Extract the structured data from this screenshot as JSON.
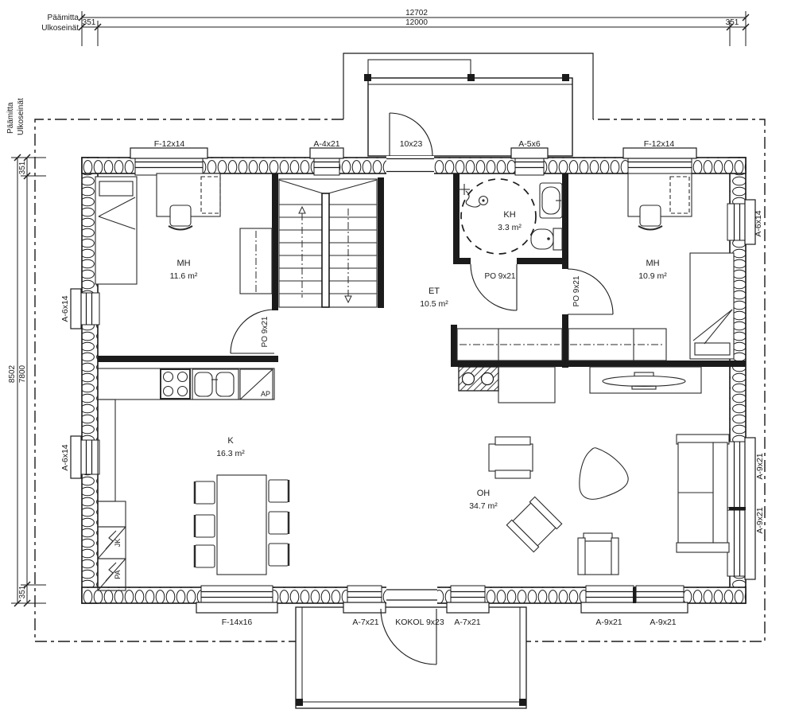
{
  "colors": {
    "ink": "#1b1b1b",
    "background": "#ffffff"
  },
  "dims": {
    "top": {
      "label1": "Päämitta",
      "label2": "Ulkoseinät",
      "total": "12702",
      "inner": "12000",
      "inset_left": "351",
      "inset_right": "351"
    },
    "left": {
      "label1": "Päämitta",
      "label2": "Ulkoseinät",
      "total": "8502",
      "inner": "7800",
      "inset_top": "351",
      "inset_bottom": "351"
    }
  },
  "openings": {
    "top": [
      "F-12x14",
      "A-4x21",
      "10x23",
      "A-5x6",
      "F-12x14"
    ],
    "bottom": [
      "F-14x16",
      "A-7x21",
      "KOKOL 9x23",
      "A-7x21",
      "A-9x21",
      "A-9x21"
    ],
    "left": [
      "A-6x14",
      "A-6x14"
    ],
    "right": [
      "A-6x14",
      "A-9x21",
      "A-9x21"
    ]
  },
  "rooms": {
    "mh1": {
      "name": "MH",
      "area": "11.6 m²"
    },
    "kh": {
      "name": "KH",
      "area": "3.3 m²"
    },
    "mh2": {
      "name": "MH",
      "area": "10.9 m²"
    },
    "et": {
      "name": "ET",
      "area": "10.5 m²"
    },
    "k": {
      "name": "K",
      "area": "16.3 m²"
    },
    "oh": {
      "name": "OH",
      "area": "34.7 m²"
    }
  },
  "doors": {
    "mh1": "PO 9x21",
    "kh": "PO 9x21",
    "mh2": "PO 9x21"
  },
  "appliances": {
    "dishwasher": "AP",
    "fridge": "JK",
    "freezer": "PA"
  }
}
